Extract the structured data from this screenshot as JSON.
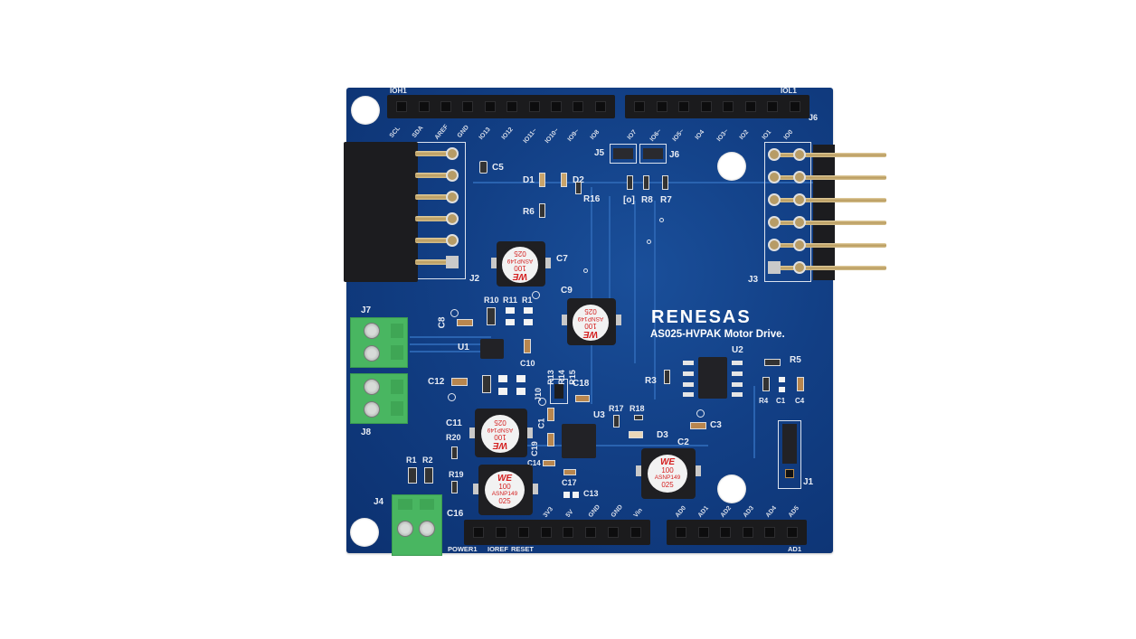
{
  "board": {
    "brand": "RENESAS",
    "product_name": "AS025-HVPAK Motor Drive.",
    "colors": {
      "pcb": "#123f85",
      "silkscreen": "#e8ecf4",
      "terminal_block": "#49b661",
      "header": "#1b1b1d",
      "capacitor_text": "#d42020"
    }
  },
  "headers": {
    "top_left": {
      "ref": "IOH1",
      "pins": [
        "SCL",
        "SDA",
        "AREF",
        "GND",
        "IO13",
        "IO12",
        "IO11~",
        "IO10~",
        "IO9~",
        "IO8"
      ]
    },
    "top_right": {
      "ref": "IOL1",
      "pins": [
        "IO7",
        "IO6~",
        "IO5~",
        "IO4",
        "IO3~",
        "IO2",
        "IO1",
        "IO0"
      ]
    },
    "bottom_left": {
      "ref": "POWER1",
      "extra_labels": [
        "IOREF",
        "RESET"
      ],
      "pins": [
        "3V3",
        "5V",
        "GND",
        "GND",
        "Vin"
      ]
    },
    "bottom_right": {
      "ref": "AD1",
      "pins": [
        "AD0",
        "AD1",
        "AD2",
        "AD3",
        "AD4",
        "AD5"
      ]
    }
  },
  "connectors": {
    "J2": "J2",
    "J3": "J3",
    "J5": "J5",
    "J6": "J6",
    "J7": "J7",
    "J8": "J8",
    "J4": "J4",
    "J1": "J1",
    "J10": "J10",
    "J6_top": "J6"
  },
  "capacitors": [
    {
      "ref": "C7",
      "marking": [
        "WE",
        "100",
        "ASNP149",
        "025"
      ]
    },
    {
      "ref": "C9",
      "marking": [
        "WE",
        "100",
        "ASNP149",
        "025"
      ]
    },
    {
      "ref": "C11",
      "marking": [
        "WE",
        "100",
        "ASNP149",
        "025"
      ]
    },
    {
      "ref": "C16",
      "marking": [
        "WE",
        "100",
        "ASNP149",
        "025"
      ]
    },
    {
      "ref": "C2",
      "marking": [
        "WE",
        "100",
        "ASNP149",
        "025"
      ]
    }
  ],
  "labels": {
    "C5": "C5",
    "D1": "D1",
    "D2": "D2",
    "R16": "R16",
    "R6": "R6",
    "R9": "[o]",
    "R8": "R8",
    "R7": "R7",
    "R10": "R10",
    "R11": "R11",
    "R12": "R1",
    "C8": "C8",
    "U1": "U1",
    "C10": "C10",
    "R13": "R13",
    "R14": "R14",
    "R15": "R15",
    "C12": "C12",
    "C18": "C18",
    "C1": "C1",
    "U3": "U3",
    "R17": "R17",
    "R18": "R18",
    "D3": "D3",
    "C19": "C19",
    "C14": "C14",
    "C17": "C17",
    "C13": "C13",
    "R20": "R20",
    "R19": "R19",
    "R1": "R1",
    "R2": "R2",
    "U2": "U2",
    "R3": "R3",
    "R5": "R5",
    "R4": "R4",
    "C1b": "C1",
    "C4": "C4",
    "C3": "C3"
  }
}
